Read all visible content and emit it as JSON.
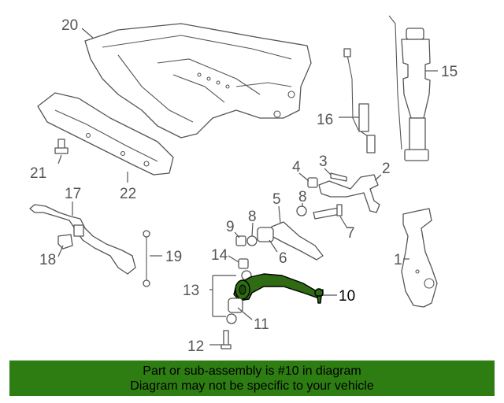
{
  "diagram": {
    "callouts": {
      "c1": "1",
      "c2": "2",
      "c3": "3",
      "c4": "4",
      "c5": "5",
      "c6": "6",
      "c7": "7",
      "c8a": "8",
      "c8b": "8",
      "c9": "9",
      "c10": "10",
      "c11": "11",
      "c12": "12",
      "c13": "13",
      "c14": "14",
      "c15": "15",
      "c16": "16",
      "c17": "17",
      "c18": "18",
      "c19": "19",
      "c20": "20",
      "c21": "21",
      "c22": "22"
    },
    "highlight_color": "#2e6b12"
  },
  "banner": {
    "line1": "Part or sub-assembly is #10 in diagram",
    "line2": "Diagram may not be specific to your vehicle",
    "background": "#2e7d12"
  }
}
